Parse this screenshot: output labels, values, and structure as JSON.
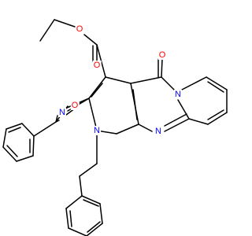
{
  "molecule": {
    "atom_colors": {
      "O": "#ff0000",
      "N": "#0000ff",
      "C": "#000000"
    },
    "labels": {
      "ester_carbonyl_o": "O",
      "ester_ether_o": "O",
      "ketone_o": "O",
      "amide_o": "O",
      "imine_n": "N",
      "ring_n1": "N",
      "ring_n2": "N",
      "ring_n3": "N"
    }
  }
}
